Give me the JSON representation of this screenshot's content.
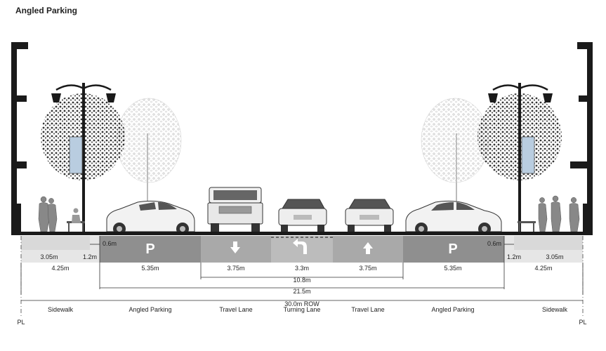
{
  "title": "Angled Parking",
  "colors": {
    "road": "#8f8f8f",
    "road_light": "#a9a9a9",
    "sidewalk": "#d9d9d9",
    "sidewalk_light": "#e6e6e6",
    "banner": "#b9cde0",
    "ink": "#1a1a1a"
  },
  "pavement": {
    "parking_symbol": "P"
  },
  "dimensions": {
    "sidewalk_inner_left": "3.05m",
    "sidewalk_outer_left": "1.2m",
    "curb_left": "0.6m",
    "curb_right": "0.6m",
    "sidewalk_outer_right": "1.2m",
    "sidewalk_inner_right": "3.05m",
    "sidewalk_total_left": "4.25m",
    "parking_left": "5.35m",
    "lane_left": "3.75m",
    "turning": "3.3m",
    "lane_right": "3.75m",
    "parking_right": "5.35m",
    "sidewalk_total_right": "4.25m",
    "travelway": "10.8m",
    "curb_to_curb": "21.5m",
    "row": "30.0m ROW"
  },
  "zones": {
    "sidewalk_left": "Sidewalk",
    "parking_left": "Angled Parking",
    "travel_left": "Travel Lane",
    "turning": "Turning Lane",
    "travel_right": "Travel Lane",
    "parking_right": "Angled Parking",
    "sidewalk_right": "Sidewalk"
  },
  "property_line_marker": "PL",
  "icons": [
    "building-facade-icon",
    "street-lamp-icon",
    "tree-icon",
    "pedestrian-icon",
    "bench-icon",
    "car-icon",
    "suv-icon",
    "arrow-down-icon",
    "arrow-left-turn-icon",
    "arrow-up-icon"
  ]
}
